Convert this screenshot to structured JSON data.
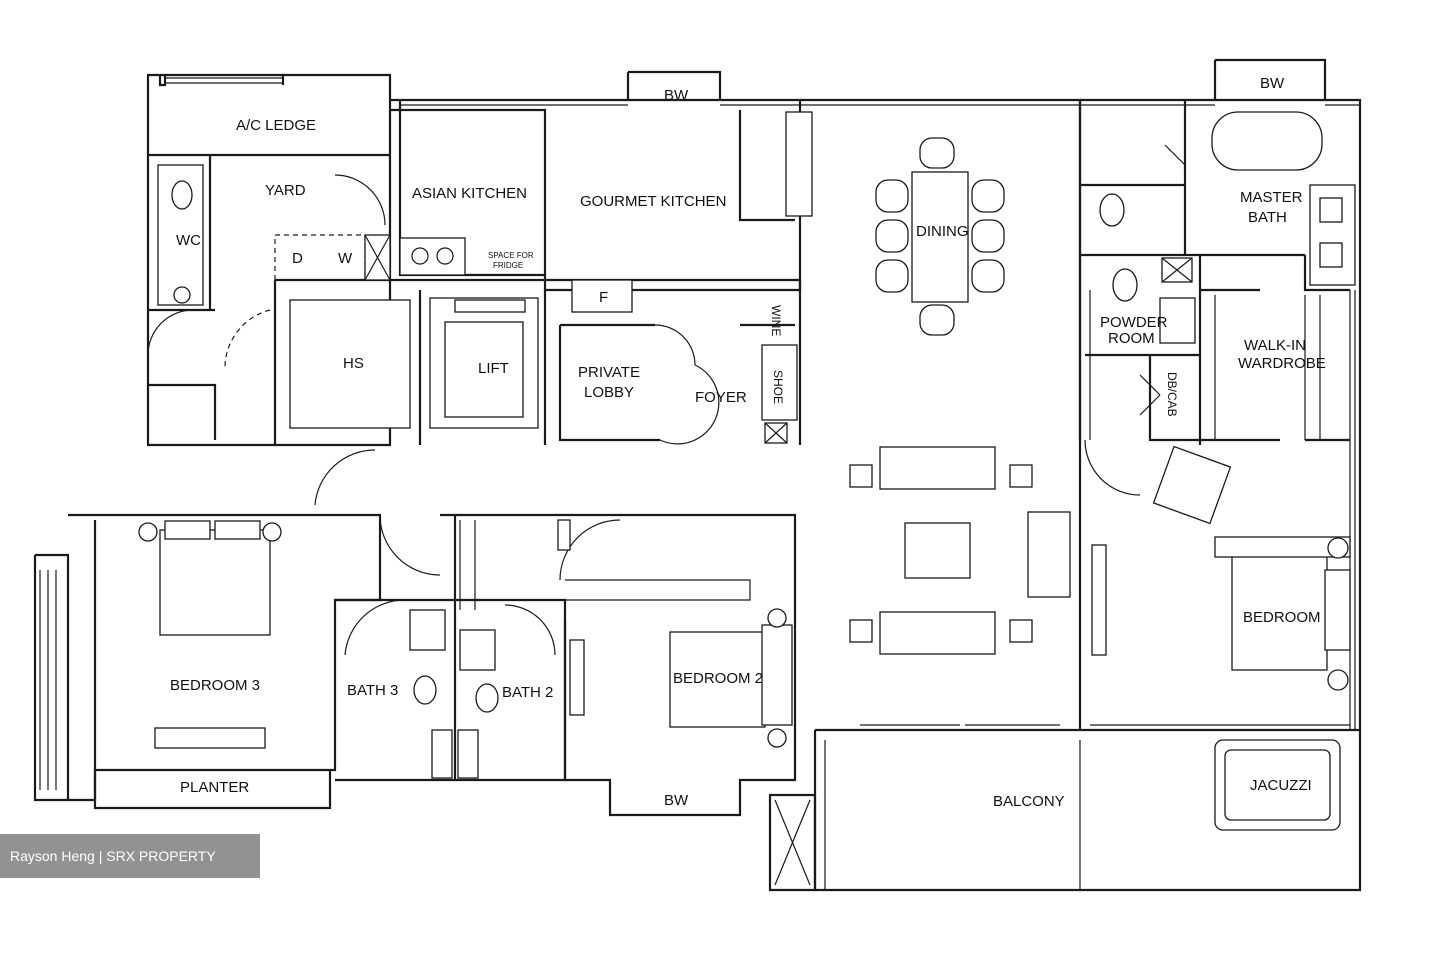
{
  "rooms": {
    "ac_ledge": "A/C LEDGE",
    "yard": "YARD",
    "wc": "WC",
    "asian_kitchen": "ASIAN KITCHEN",
    "gourmet_kitchen": "GOURMET KITCHEN",
    "space_for_fridge_1": "SPACE FOR",
    "space_for_fridge_2": "FRIDGE",
    "d": "D",
    "w": "W",
    "f": "F",
    "hs": "HS",
    "lift": "LIFT",
    "private_lobby_1": "PRIVATE",
    "private_lobby_2": "LOBBY",
    "foyer": "FOYER",
    "wine": "WINE",
    "shoe": "SHOE",
    "dining": "DINING",
    "bw_top": "BW",
    "bw_master": "BW",
    "bw_bottom": "BW",
    "master_bath_1": "MASTER",
    "master_bath_2": "BATH",
    "powder_room_1": "POWDER",
    "powder_room_2": "ROOM",
    "walk_in_1": "WALK-IN",
    "walk_in_2": "WARDROBE",
    "db_cab": "DB/CAB",
    "bedroom_3": "BEDROOM 3",
    "bath_3": "BATH 3",
    "bath_2": "BATH 2",
    "bedroom_2": "BEDROOM 2",
    "master_bedroom": "BEDROOM",
    "planter": "PLANTER",
    "balcony": "BALCONY",
    "jacuzzi": "JACUZZI"
  },
  "watermark": "Rayson Heng | SRX PROPERTY"
}
